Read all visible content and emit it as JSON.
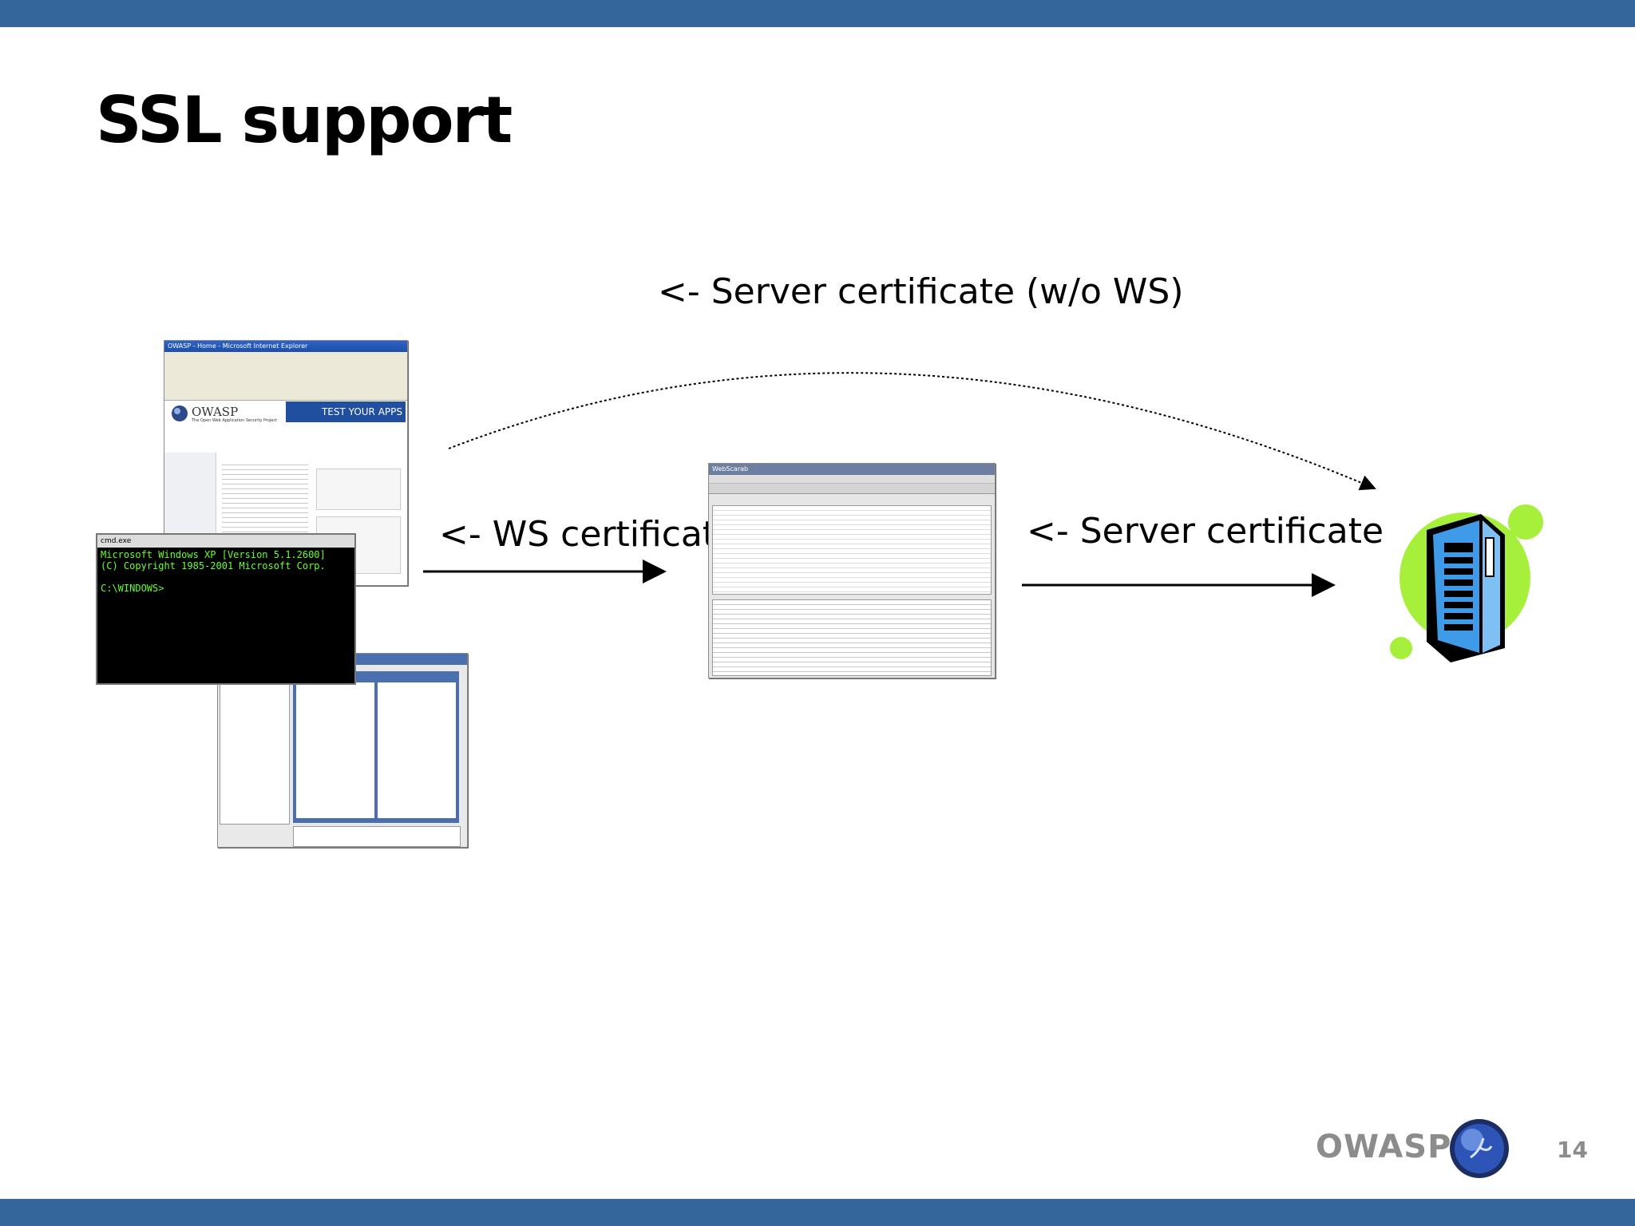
{
  "slide": {
    "title": "SSL support",
    "page_number": "14",
    "brand": "OWASP"
  },
  "labels": {
    "server_cert_wo_ws": "<- Server certificate (w/o  WS)",
    "ws_certificate": "<- WS certificate",
    "server_certificate": "<- Server certificate"
  },
  "screens": {
    "browser_title": "OWASP - Home - Microsoft Internet Explorer",
    "browser_logo": "OWASP",
    "browser_tagline": "The Open Web Application Security Project",
    "browser_banner": "TEST YOUR APPS",
    "cmd_title": "cmd.exe",
    "cmd_lines": "Microsoft Windows XP [Version 5.1.2600]\n(C) Copyright 1985-2001 Microsoft Corp.\n\nC:\\WINDOWS>",
    "soapui_title": "soapUI 1.6.1",
    "webscarab_title": "WebScarab"
  },
  "colors": {
    "bar": "#34659b",
    "server_green": "#a6f03c",
    "server_blue": "#3f9be8"
  },
  "icons": [
    "owasp-logo-icon",
    "server-icon"
  ]
}
